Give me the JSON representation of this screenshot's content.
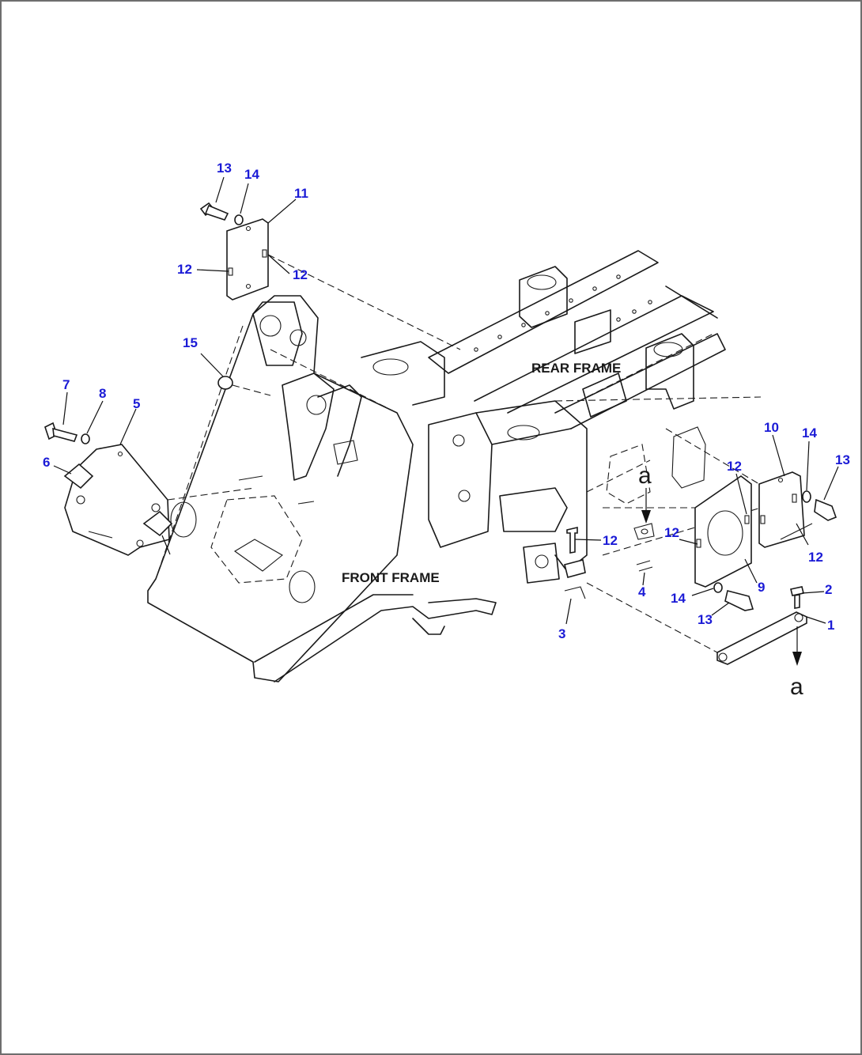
{
  "diagram": {
    "frame_labels": {
      "rear": "REAR FRAME",
      "front": "FRONT FRAME"
    },
    "view_marker": "a",
    "callouts": {
      "c13_top": "13",
      "c14_top": "14",
      "c11": "11",
      "c12_top_left": "12",
      "c12_top_right": "12",
      "c15": "15",
      "c7": "7",
      "c8": "8",
      "c5": "5",
      "c6": "6",
      "c10": "10",
      "c14_right": "14",
      "c13_right": "13",
      "c12_r1": "12",
      "c12_r2": "12",
      "c12_r3": "12",
      "c12_r4": "12",
      "c4": "4",
      "c9": "9",
      "c2": "2",
      "c14_bottom": "14",
      "c13_bottom": "13",
      "c1": "1",
      "c3": "3"
    },
    "colors": {
      "callout": "#1b1bd6",
      "line": "#1a1a1a"
    }
  }
}
